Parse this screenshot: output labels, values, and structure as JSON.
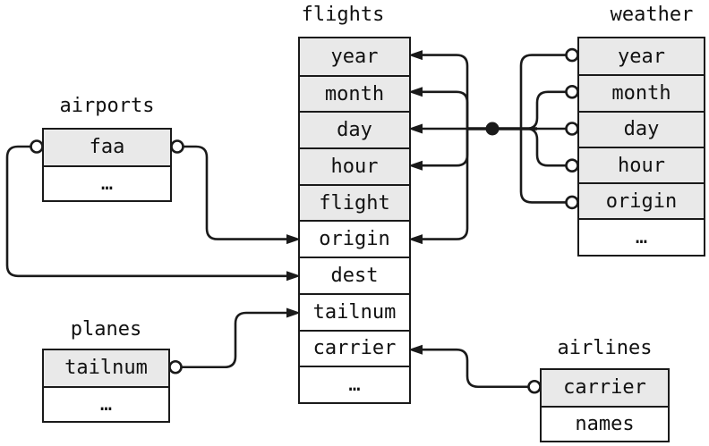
{
  "tables": {
    "flights": {
      "title": "flights",
      "rows": [
        {
          "label": "year",
          "key": true
        },
        {
          "label": "month",
          "key": true
        },
        {
          "label": "day",
          "key": true
        },
        {
          "label": "hour",
          "key": true
        },
        {
          "label": "flight",
          "key": true
        },
        {
          "label": "origin",
          "key": false
        },
        {
          "label": "dest",
          "key": false
        },
        {
          "label": "tailnum",
          "key": false
        },
        {
          "label": "carrier",
          "key": false
        },
        {
          "label": "…",
          "key": false
        }
      ]
    },
    "weather": {
      "title": "weather",
      "rows": [
        {
          "label": "year",
          "key": true
        },
        {
          "label": "month",
          "key": true
        },
        {
          "label": "day",
          "key": true
        },
        {
          "label": "hour",
          "key": true
        },
        {
          "label": "origin",
          "key": true
        },
        {
          "label": "…",
          "key": false
        }
      ]
    },
    "airports": {
      "title": "airports",
      "rows": [
        {
          "label": "faa",
          "key": true
        },
        {
          "label": "…",
          "key": false
        }
      ]
    },
    "planes": {
      "title": "planes",
      "rows": [
        {
          "label": "tailnum",
          "key": true
        },
        {
          "label": "…",
          "key": false
        }
      ]
    },
    "airlines": {
      "title": "airlines",
      "rows": [
        {
          "label": "carrier",
          "key": true
        },
        {
          "label": "names",
          "key": false
        }
      ]
    }
  },
  "relations": [
    {
      "from": "weather.year",
      "to": "flights.year"
    },
    {
      "from": "weather.month",
      "to": "flights.month"
    },
    {
      "from": "weather.day",
      "to": "flights.day"
    },
    {
      "from": "weather.hour",
      "to": "flights.hour"
    },
    {
      "from": "weather.origin",
      "to": "flights.origin"
    },
    {
      "from": "airports.faa",
      "to": "flights.origin"
    },
    {
      "from": "airports.faa",
      "to": "flights.dest"
    },
    {
      "from": "planes.tailnum",
      "to": "flights.tailnum"
    },
    {
      "from": "airlines.carrier",
      "to": "flights.carrier"
    }
  ],
  "colors": {
    "line": "#1a1a1a",
    "key_row_bg": "#e9e9e9",
    "row_bg": "#ffffff"
  }
}
